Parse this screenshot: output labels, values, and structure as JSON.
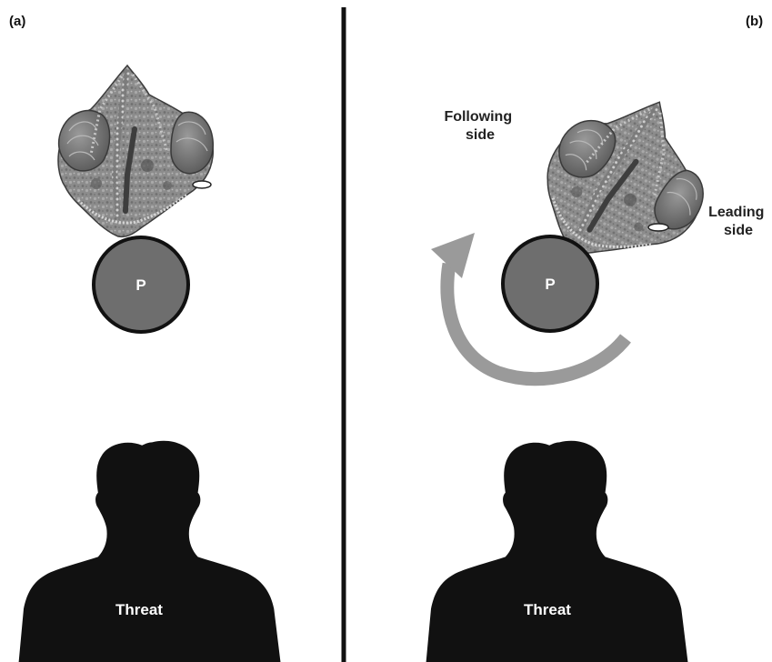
{
  "panels": [
    {
      "label": "(a)",
      "pole_label": "P",
      "threat_label": "Threat"
    },
    {
      "label": "(b)",
      "pole_label": "P",
      "threat_label": "Threat",
      "following_side": [
        "Following",
        "side"
      ],
      "leading_side": [
        "Leading",
        "side"
      ]
    }
  ],
  "colors": {
    "divider": "#111111",
    "pole_fill": "#6e6e6e",
    "pole_stroke": "#111111",
    "arrow": "#9a9a9a",
    "silhouette": "#111111",
    "chameleon_skin": "#8a8a8a",
    "chameleon_dark": "#4a4a4a",
    "eye_highlight": "#ffffff"
  }
}
